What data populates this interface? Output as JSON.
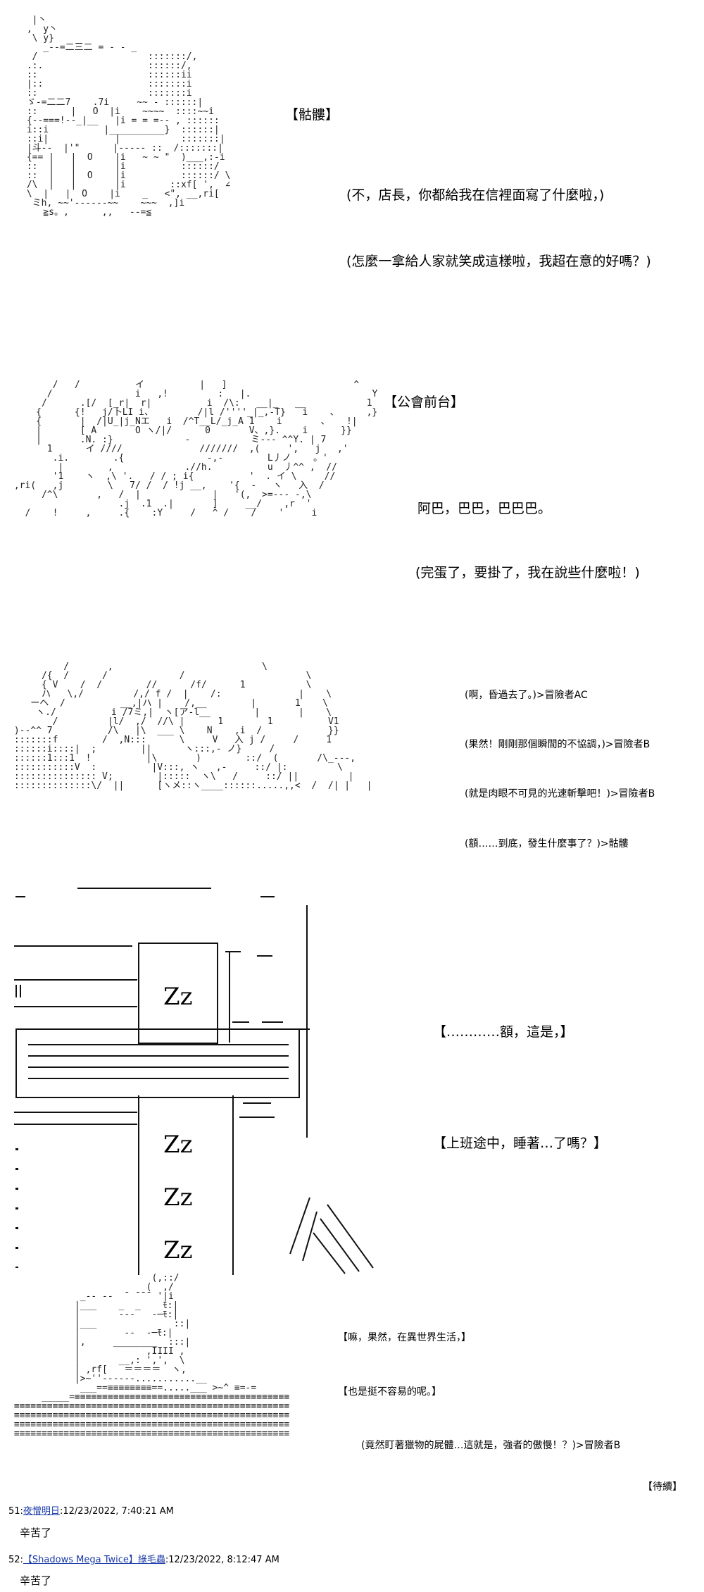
{
  "panel1": {
    "speaker": "【骷髏】",
    "lines": [
      "(不，店長，你都給我在信裡面寫了什麼啦，)",
      "(怎麼一拿給人家就笑成這樣啦，我超在意的好嗎？)"
    ]
  },
  "panel2": {
    "speaker": "【公會前台】",
    "lines": [
      "阿巴，巴巴，巴巴巴。",
      "(完蛋了，要掛了，我在說些什麼啦！)"
    ]
  },
  "panel3": {
    "lines": [
      "(啊，昏過去了。)>冒險者AC",
      "(果然！剛剛那個瞬間的不協調，)>冒險者B",
      "(就是肉眼不可見的光速斬擊吧！)>冒險者B",
      "(額……到底，發生什麼事了？)>骷髏"
    ]
  },
  "panel4": {
    "lines": [
      "【…………額，這是，】",
      "【上班途中，睡著…了嗎？】"
    ],
    "zz": [
      "Zz",
      "Zz",
      "Zz",
      "Zz"
    ]
  },
  "panel5": {
    "lines": [
      "【嘛，果然，在異世界生活，】",
      "【也是挺不容易的呢。】",
      "(竟然盯著獵物的屍體…這就是，強者的傲慢！？)>冒險者B"
    ],
    "continued": "【待續】"
  },
  "comments": [
    {
      "number": "51:",
      "author": "夜憎明日",
      "timestamp": ":12/23/2022, 7:40:21 AM",
      "text": "辛苦了"
    },
    {
      "number": "52:",
      "author_prefix": "【Shadows Mega Twice】",
      "author": "綠毛蟲",
      "timestamp": ":12/23/2022, 8:12:47 AM",
      "text": "辛苦了"
    }
  ]
}
